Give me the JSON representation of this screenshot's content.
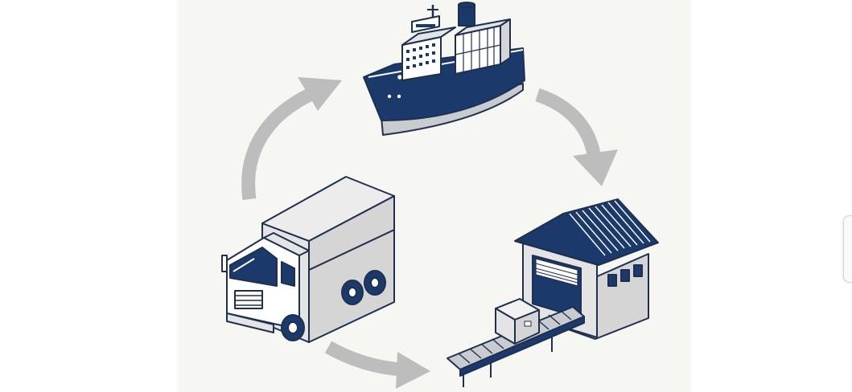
{
  "diagram": {
    "nodes": [
      {
        "id": "ship",
        "icon": "cargo-ship-icon"
      },
      {
        "id": "warehouse",
        "icon": "warehouse-icon"
      },
      {
        "id": "truck",
        "icon": "delivery-truck-icon"
      }
    ],
    "edges": [
      {
        "from": "truck",
        "to": "ship",
        "icon": "curved-arrow-icon"
      },
      {
        "from": "ship",
        "to": "warehouse",
        "icon": "curved-arrow-icon"
      },
      {
        "from": "truck",
        "to": "warehouse",
        "icon": "curved-arrow-icon"
      }
    ]
  },
  "colors": {
    "navy": "#1b3a6b",
    "hull_light": "#c8cbd0",
    "arrow_gray": "#bdbdbd",
    "panel_bg": "#f6f6f3",
    "outline": "#1f2f4f",
    "white": "#ffffff",
    "light_gray": "#e4e4e4",
    "mid_gray": "#d5d5d5"
  }
}
